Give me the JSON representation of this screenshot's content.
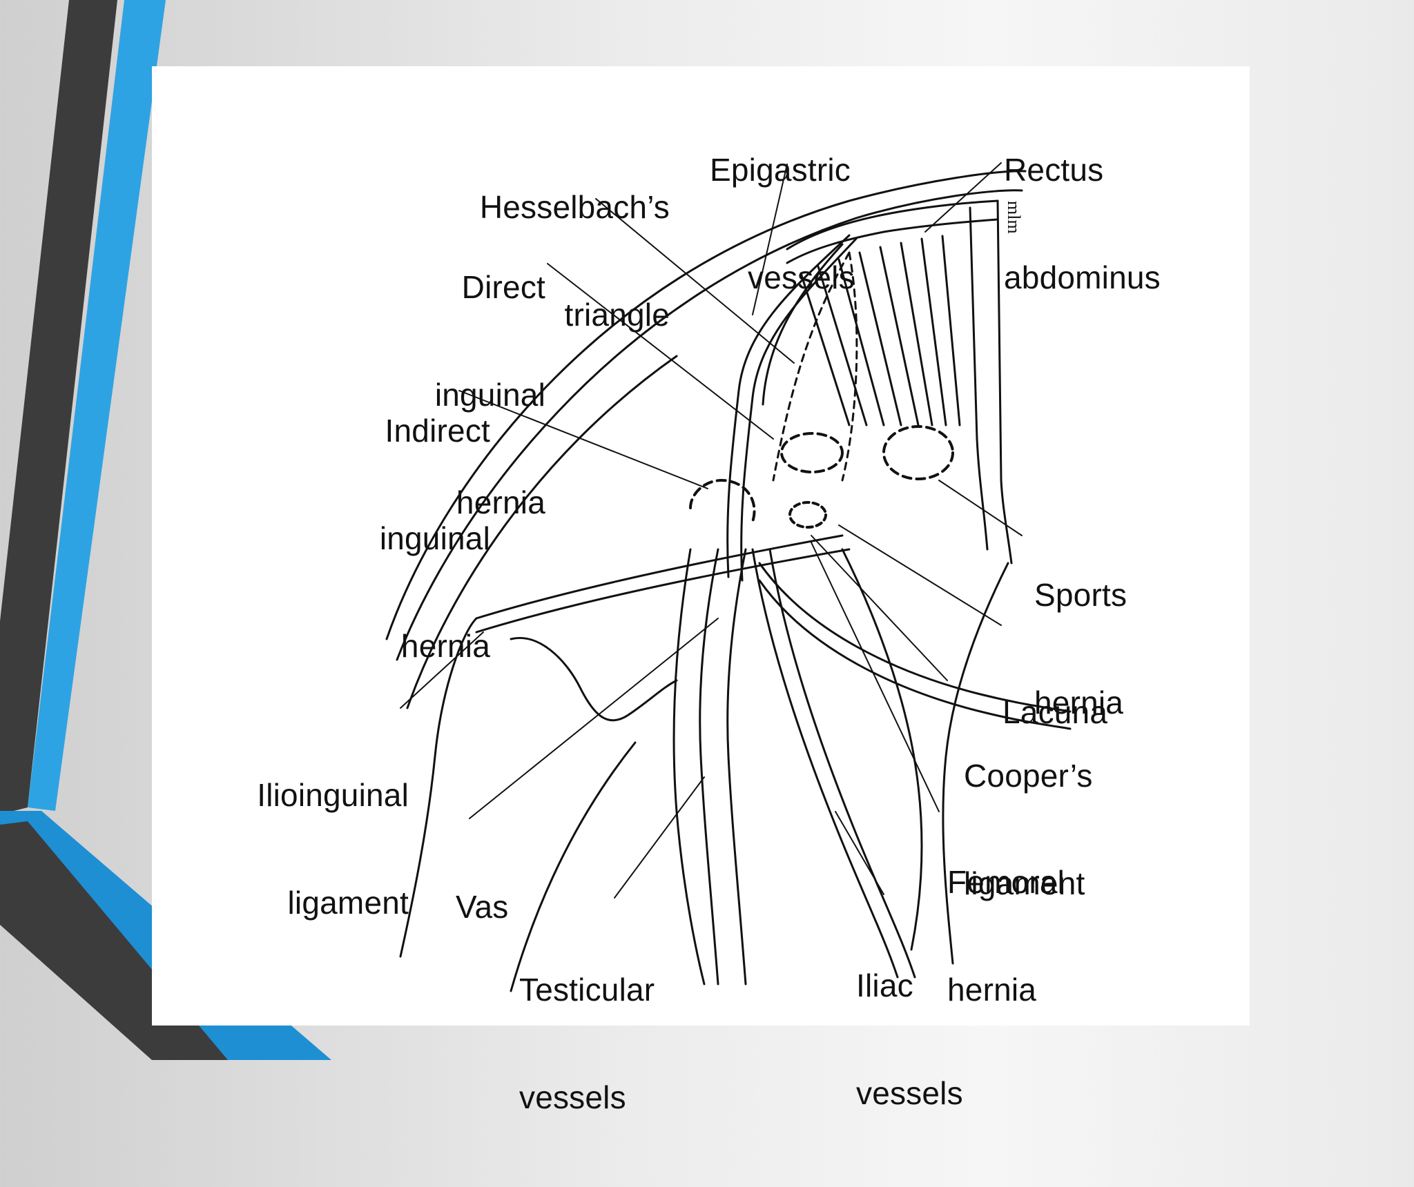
{
  "colors": {
    "accent_blue": "#2ea3e3",
    "accent_dark": "#3c3c3c",
    "panel": "#ffffff",
    "ink": "#111111"
  },
  "diagram": {
    "labels": {
      "epigastric_vessels": [
        "Epigastric",
        "vessels"
      ],
      "rectus_abdominus": [
        "Rectus",
        "abdominus"
      ],
      "hesselbachs_triangle": [
        "Hesselbach’s",
        "triangle"
      ],
      "direct_inguinal_hernia": [
        "Direct",
        "inguinal",
        "hernia"
      ],
      "indirect_inguinal_hernia": [
        "Indirect",
        "inguinal",
        "hernia"
      ],
      "sports_hernia": [
        "Sports",
        "hernia"
      ],
      "lacuna": [
        "Lacuna"
      ],
      "coopers_ligament": [
        "Cooper’s",
        "ligament"
      ],
      "ilioinguinal_ligament": [
        "Ilioinguinal",
        "ligament"
      ],
      "femoral_hernia": [
        "Femoral",
        "hernia"
      ],
      "vas": [
        "Vas"
      ],
      "testicular_vessels": [
        "Testicular",
        "vessels"
      ],
      "iliac_vessels": [
        "Iliac",
        "vessels"
      ]
    },
    "signature": "mlm"
  }
}
